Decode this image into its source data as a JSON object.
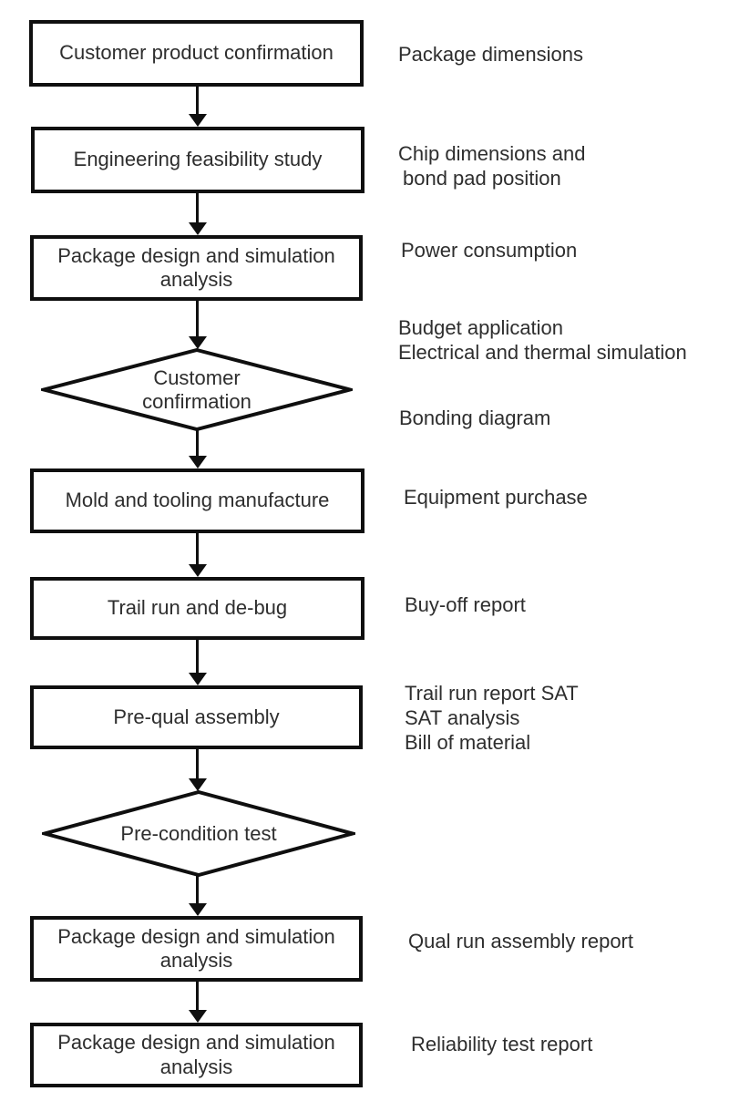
{
  "flowchart": {
    "nodes": [
      {
        "shape": "box",
        "label": "Customer product confirmation"
      },
      {
        "shape": "box",
        "label": "Engineering feasibility study"
      },
      {
        "shape": "box",
        "label": "Package design and simulation analysis"
      },
      {
        "shape": "diamond",
        "label": "Customer confirmation"
      },
      {
        "shape": "box",
        "label": "Mold and tooling manufacture"
      },
      {
        "shape": "box",
        "label": "Trail run and de-bug"
      },
      {
        "shape": "box",
        "label": "Pre-qual assembly"
      },
      {
        "shape": "diamond",
        "label": "Pre-condition test"
      },
      {
        "shape": "box",
        "label": "Package design and simulation analysis"
      },
      {
        "shape": "box",
        "label": "Package design and simulation analysis"
      }
    ],
    "annotations": [
      {
        "lines": [
          "Package dimensions"
        ]
      },
      {
        "lines": [
          "Chip dimensions and",
          "bond pad position"
        ]
      },
      {
        "lines": [
          "Power consumption"
        ]
      },
      {
        "lines": [
          "Budget application",
          "Electrical and thermal simulation"
        ]
      },
      {
        "lines": [
          "Bonding diagram"
        ]
      },
      {
        "lines": [
          "Equipment purchase"
        ]
      },
      {
        "lines": [
          "Buy-off report"
        ]
      },
      {
        "lines": [
          "Trail run report SAT",
          "SAT analysis",
          "Bill of material"
        ]
      },
      {
        "lines": [
          "Qual run assembly report"
        ]
      },
      {
        "lines": [
          "Reliability test report"
        ]
      }
    ],
    "colors": {
      "background": "#ffffff",
      "line": "#0f0f0f",
      "text": "#2e2e2e"
    }
  }
}
